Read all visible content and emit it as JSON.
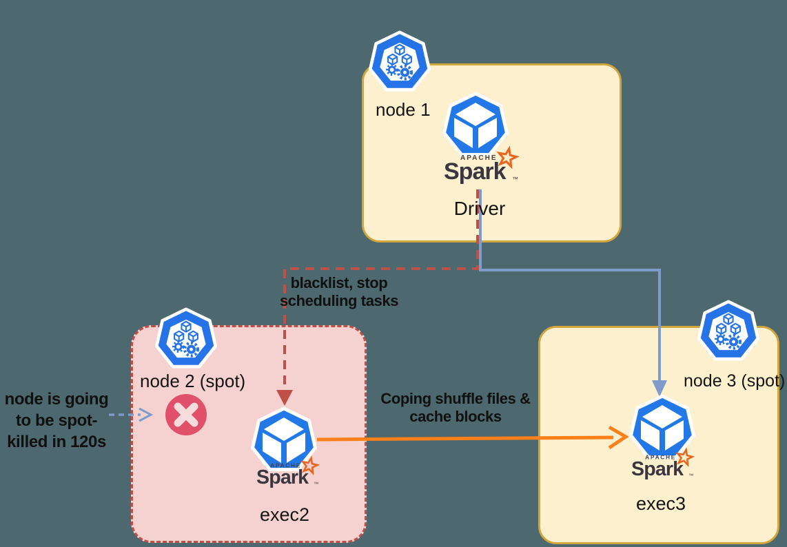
{
  "diagram": {
    "title": "Spark on Kubernetes spot-kill handling diagram",
    "background": "#4d686e",
    "nodes": [
      {
        "label": "node 1",
        "pod_label": "Driver",
        "kind": "on-demand"
      },
      {
        "label": "node 2 (spot)",
        "pod_label": "exec2",
        "kind": "spot-being-killed"
      },
      {
        "label": "node 3 (spot)",
        "pod_label": "exec3",
        "kind": "spot"
      }
    ],
    "spark_logo": {
      "apache": "APACHE",
      "word": "Spark",
      "tm": "™"
    },
    "annotations": {
      "blacklist": [
        "blacklist, stop",
        "scheduling tasks"
      ],
      "copy": [
        "Coping shuffle files &",
        "cache blocks"
      ],
      "spotkill": [
        "node is going",
        "to be spot-",
        "killed in 120s"
      ]
    },
    "arrows": [
      {
        "name": "blacklist-arrow",
        "from": "Driver",
        "to": "exec2",
        "style": "dashed",
        "color": "#bf5048"
      },
      {
        "name": "schedule-tasks-arrow",
        "from": "Driver",
        "to": "exec3",
        "style": "solid",
        "color": "#7f9bcb"
      },
      {
        "name": "copy-shuffle-arrow",
        "from": "exec2",
        "to": "exec3",
        "style": "solid",
        "color": "#f9801a"
      },
      {
        "name": "spot-kill-arrow",
        "from": "outside",
        "to": "node 2",
        "style": "dashed",
        "color": "#7f9bcb"
      }
    ],
    "colors": {
      "node_fill": "#fdf0ce",
      "node_border": "#d0a63d",
      "spot_fill": "#f5d2cf",
      "spot_border": "#bf5048",
      "kubernetes_blue": "#2573e6",
      "pod_blue": "#2378e7",
      "arrow_red": "#bf5048",
      "arrow_blue": "#7f9bcb",
      "arrow_orange": "#f9801a",
      "error_red": "#e0506a",
      "spark_orange": "#e8661f",
      "spark_text": "#3b3740",
      "text": "#141414"
    }
  }
}
